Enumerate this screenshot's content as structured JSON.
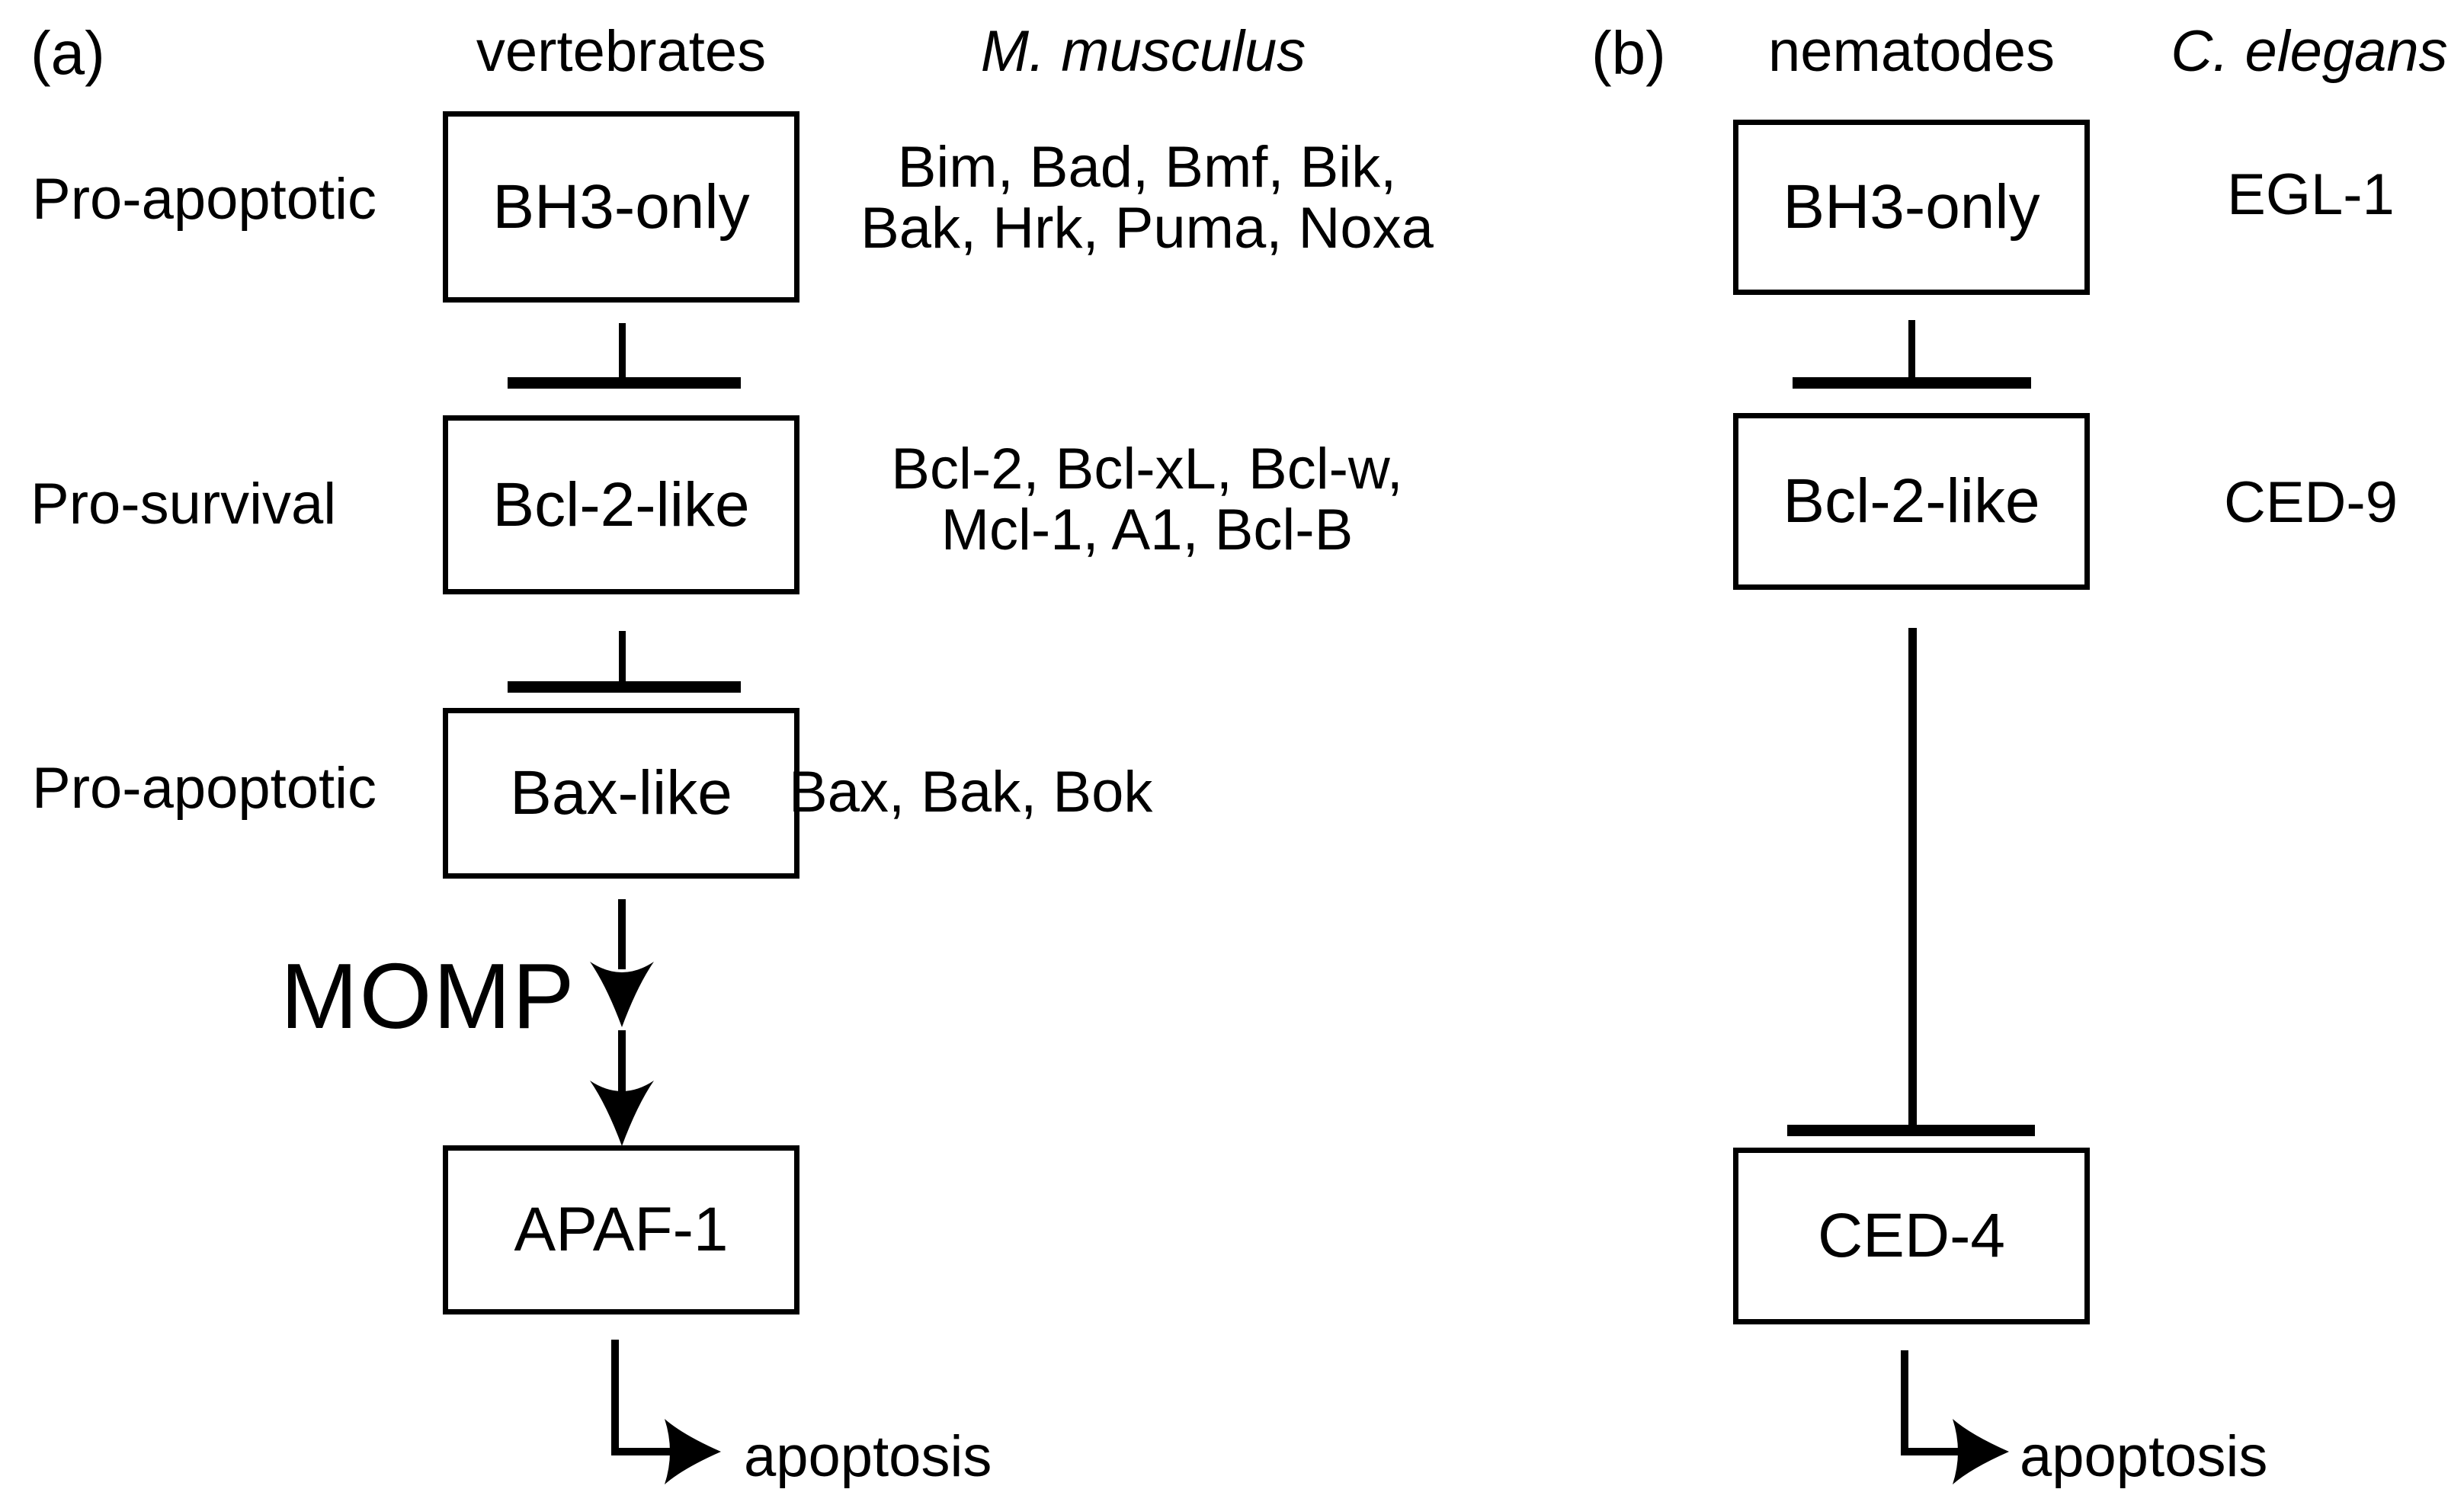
{
  "figure": {
    "type": "pathway-diagram",
    "description": "Bcl-2 family apoptosis pathway comparison between vertebrates and nematodes"
  },
  "colors": {
    "ink": "#000000",
    "background": "#ffffff"
  },
  "panel_a": {
    "label": "(a)",
    "group_header": "vertebrates",
    "species_header": "M. musculus",
    "row_labels": [
      "Pro-apoptotic",
      "Pro-survival",
      "Pro-apoptotic"
    ],
    "boxes": {
      "bh3": "BH3-only",
      "bcl2": "Bcl-2-like",
      "bax": "Bax-like",
      "apaf1": "APAF-1"
    },
    "genes": {
      "bh3": "Bim, Bad, Bmf, Bik,\nBak, Hrk, Puma, Noxa",
      "bcl2": "Bcl-2, Bcl-xL, Bcl-w,\nMcl-1, A1, Bcl-B",
      "bax": "Bax, Bak, Bok"
    },
    "momp_label": "MOMP",
    "outcome": "apoptosis"
  },
  "panel_b": {
    "label": "(b)",
    "group_header": "nematodes",
    "species_header": "C. elegans",
    "boxes": {
      "bh3": "BH3-only",
      "bcl2": "Bcl-2-like",
      "ced4": "CED-4"
    },
    "orthologs": {
      "bh3": "EGL-1",
      "bcl2": "CED-9"
    },
    "outcome": "apoptosis"
  }
}
